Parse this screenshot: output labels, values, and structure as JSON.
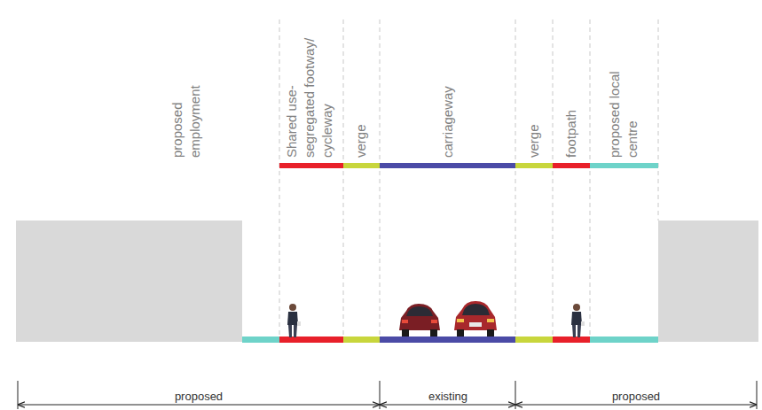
{
  "diagram": {
    "labels": [
      "proposed employment",
      "Shared use- segregated footway/ cycleway",
      "verge",
      "carriageway",
      "verge",
      "footpath",
      "proposed local centre",
      "proposed",
      "existing",
      "proposed"
    ]
  }
}
